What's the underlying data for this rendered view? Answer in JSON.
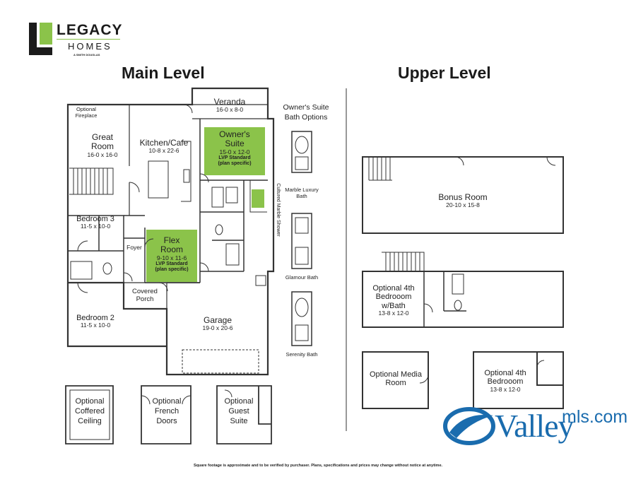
{
  "brand": {
    "name": "LEGACY",
    "sub": "HOMES",
    "tagline": "A SMITH DOUGLAS",
    "accent_green": "#8bc34a",
    "dark": "#222222"
  },
  "main_level": {
    "heading": "Main Level",
    "rooms": {
      "veranda": {
        "name": "Veranda",
        "dims": "16-0 x 8-0"
      },
      "great_room": {
        "name": "Great Room",
        "dims": "16-0 x 16-0"
      },
      "kitchen": {
        "name": "Kitchen/Cafe",
        "dims": "10-8 x 22-6"
      },
      "owners_suite": {
        "name": "Owner's Suite",
        "dims": "15-0 x 12-0",
        "note": "LVP Standard (plan specific)"
      },
      "bedroom3": {
        "name": "Bedroom 3",
        "dims": "11-5 x 10-0"
      },
      "flex": {
        "name": "Flex Room",
        "dims": "9-10 x 11-6",
        "note": "LVP Standard (plan specific)"
      },
      "bedroom2": {
        "name": "Bedroom 2",
        "dims": "11-5 x 10-0"
      },
      "garage": {
        "name": "Garage",
        "dims": "19-0 x 20-6"
      }
    },
    "labels": {
      "fireplace": "Optional Fireplace",
      "foyer": "Foyer",
      "porch": "Covered Porch",
      "shower": "Cultured Marble Shower"
    }
  },
  "bath_options": {
    "heading": "Owner's Suite Bath Options",
    "items": [
      "Marble Luxury Bath",
      "Glamour Bath",
      "Serenity Bath"
    ]
  },
  "main_options": [
    "Optional Coffered Ceiling",
    "Optional French Doors",
    "Optional Guest Suite"
  ],
  "upper_level": {
    "heading": "Upper Level",
    "bonus": {
      "name": "Bonus Room",
      "dims": "20-10 x 15-8"
    },
    "opt4_bath": {
      "name": "Optional 4th Bedrooom w/Bath",
      "dims": "13-8 x 12-0"
    },
    "media": {
      "name": "Optional Media Room"
    },
    "opt4": {
      "name": "Optional 4th Bedrooom",
      "dims": "13-8 x 12-0"
    }
  },
  "footer": {
    "disclaimer": "Square footage is approximate and to be verified by purchaser. Plans, specifications and prices may change without notice at anytime."
  },
  "watermark": {
    "text": "Valley",
    "suffix": "mls.com",
    "color": "#1a6cae"
  }
}
